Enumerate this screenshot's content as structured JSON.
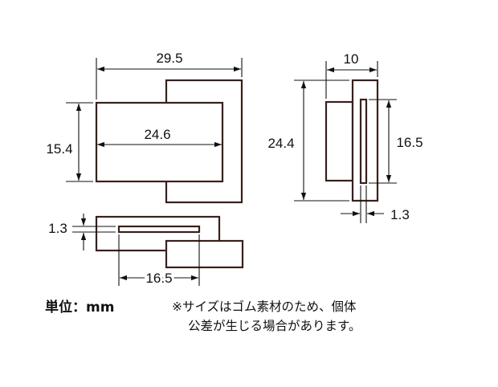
{
  "colors": {
    "outline": "#3a1f1a",
    "dimension": "#111111",
    "background": "#ffffff"
  },
  "dimensions": {
    "front_width": "29.5",
    "front_height": "15.4",
    "front_inner_width": "24.6",
    "side_width": "10",
    "side_height": "24.4",
    "side_slot_height": "16.5",
    "side_slot_width": "1.3",
    "bottom_slot_thickness": "1.3",
    "bottom_slot_length": "16.5"
  },
  "notes": {
    "unit": "単位：mm",
    "line1": "※サイズはゴム素材のため、個体",
    "line2": "公差が生じる場合があります。"
  }
}
